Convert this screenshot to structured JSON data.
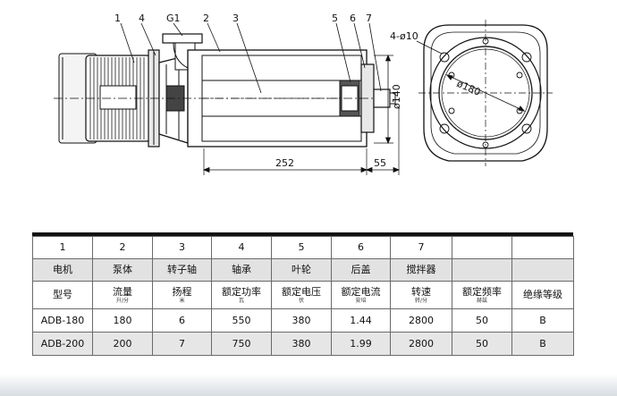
{
  "drawing": {
    "callouts": [
      "1",
      "4",
      "G1",
      "2",
      "3",
      "5",
      "6",
      "7"
    ],
    "dim_length": "252",
    "dim_offset": "55",
    "dim_shaft_dia": "ø140",
    "dim_hole_circle": "ø180",
    "dim_holes": "4-ø10"
  },
  "table": {
    "numbers": [
      "1",
      "2",
      "3",
      "4",
      "5",
      "6",
      "7",
      "",
      ""
    ],
    "parts": [
      "电机",
      "泵体",
      "转子轴",
      "轴承",
      "叶轮",
      "后盖",
      "搅拌器",
      "",
      ""
    ],
    "headers": [
      {
        "main": "型号",
        "unit": ""
      },
      {
        "main": "流量",
        "unit": "升/分"
      },
      {
        "main": "扬程",
        "unit": "米"
      },
      {
        "main": "额定功率",
        "unit": "瓦"
      },
      {
        "main": "额定电压",
        "unit": "伏"
      },
      {
        "main": "额定电流",
        "unit": "安培"
      },
      {
        "main": "转速",
        "unit": "转/分"
      },
      {
        "main": "额定频率",
        "unit": "赫兹"
      },
      {
        "main": "绝缘等级",
        "unit": ""
      }
    ],
    "rows": [
      [
        "ADB-180",
        "180",
        "6",
        "550",
        "380",
        "1.44",
        "2800",
        "50",
        "B"
      ],
      [
        "ADB-200",
        "200",
        "7",
        "750",
        "380",
        "1.99",
        "2800",
        "50",
        "B"
      ]
    ]
  }
}
